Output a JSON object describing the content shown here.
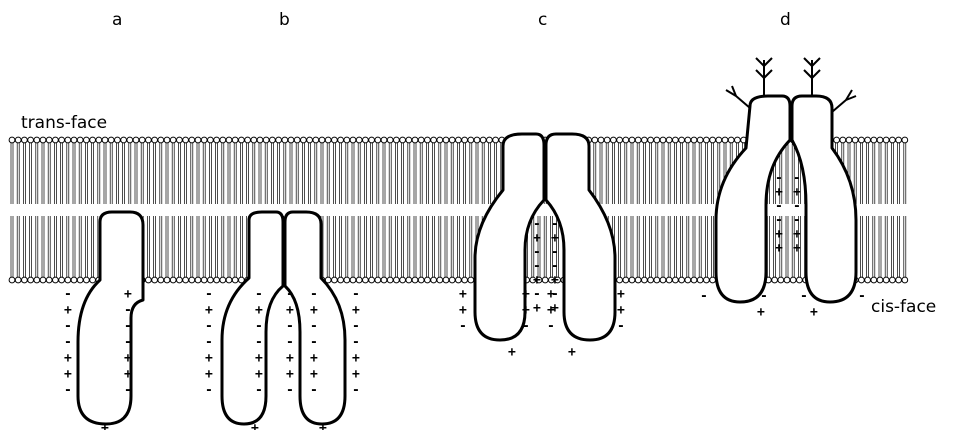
{
  "panel_labels": [
    "a",
    "b",
    "c",
    "d"
  ],
  "trans_face_label": "trans-face",
  "cis_face_label": "cis-face",
  "colors": {
    "ink": "#000000",
    "background": "#ffffff"
  },
  "charge_symbols": {
    "plus": "+",
    "minus": "-"
  }
}
